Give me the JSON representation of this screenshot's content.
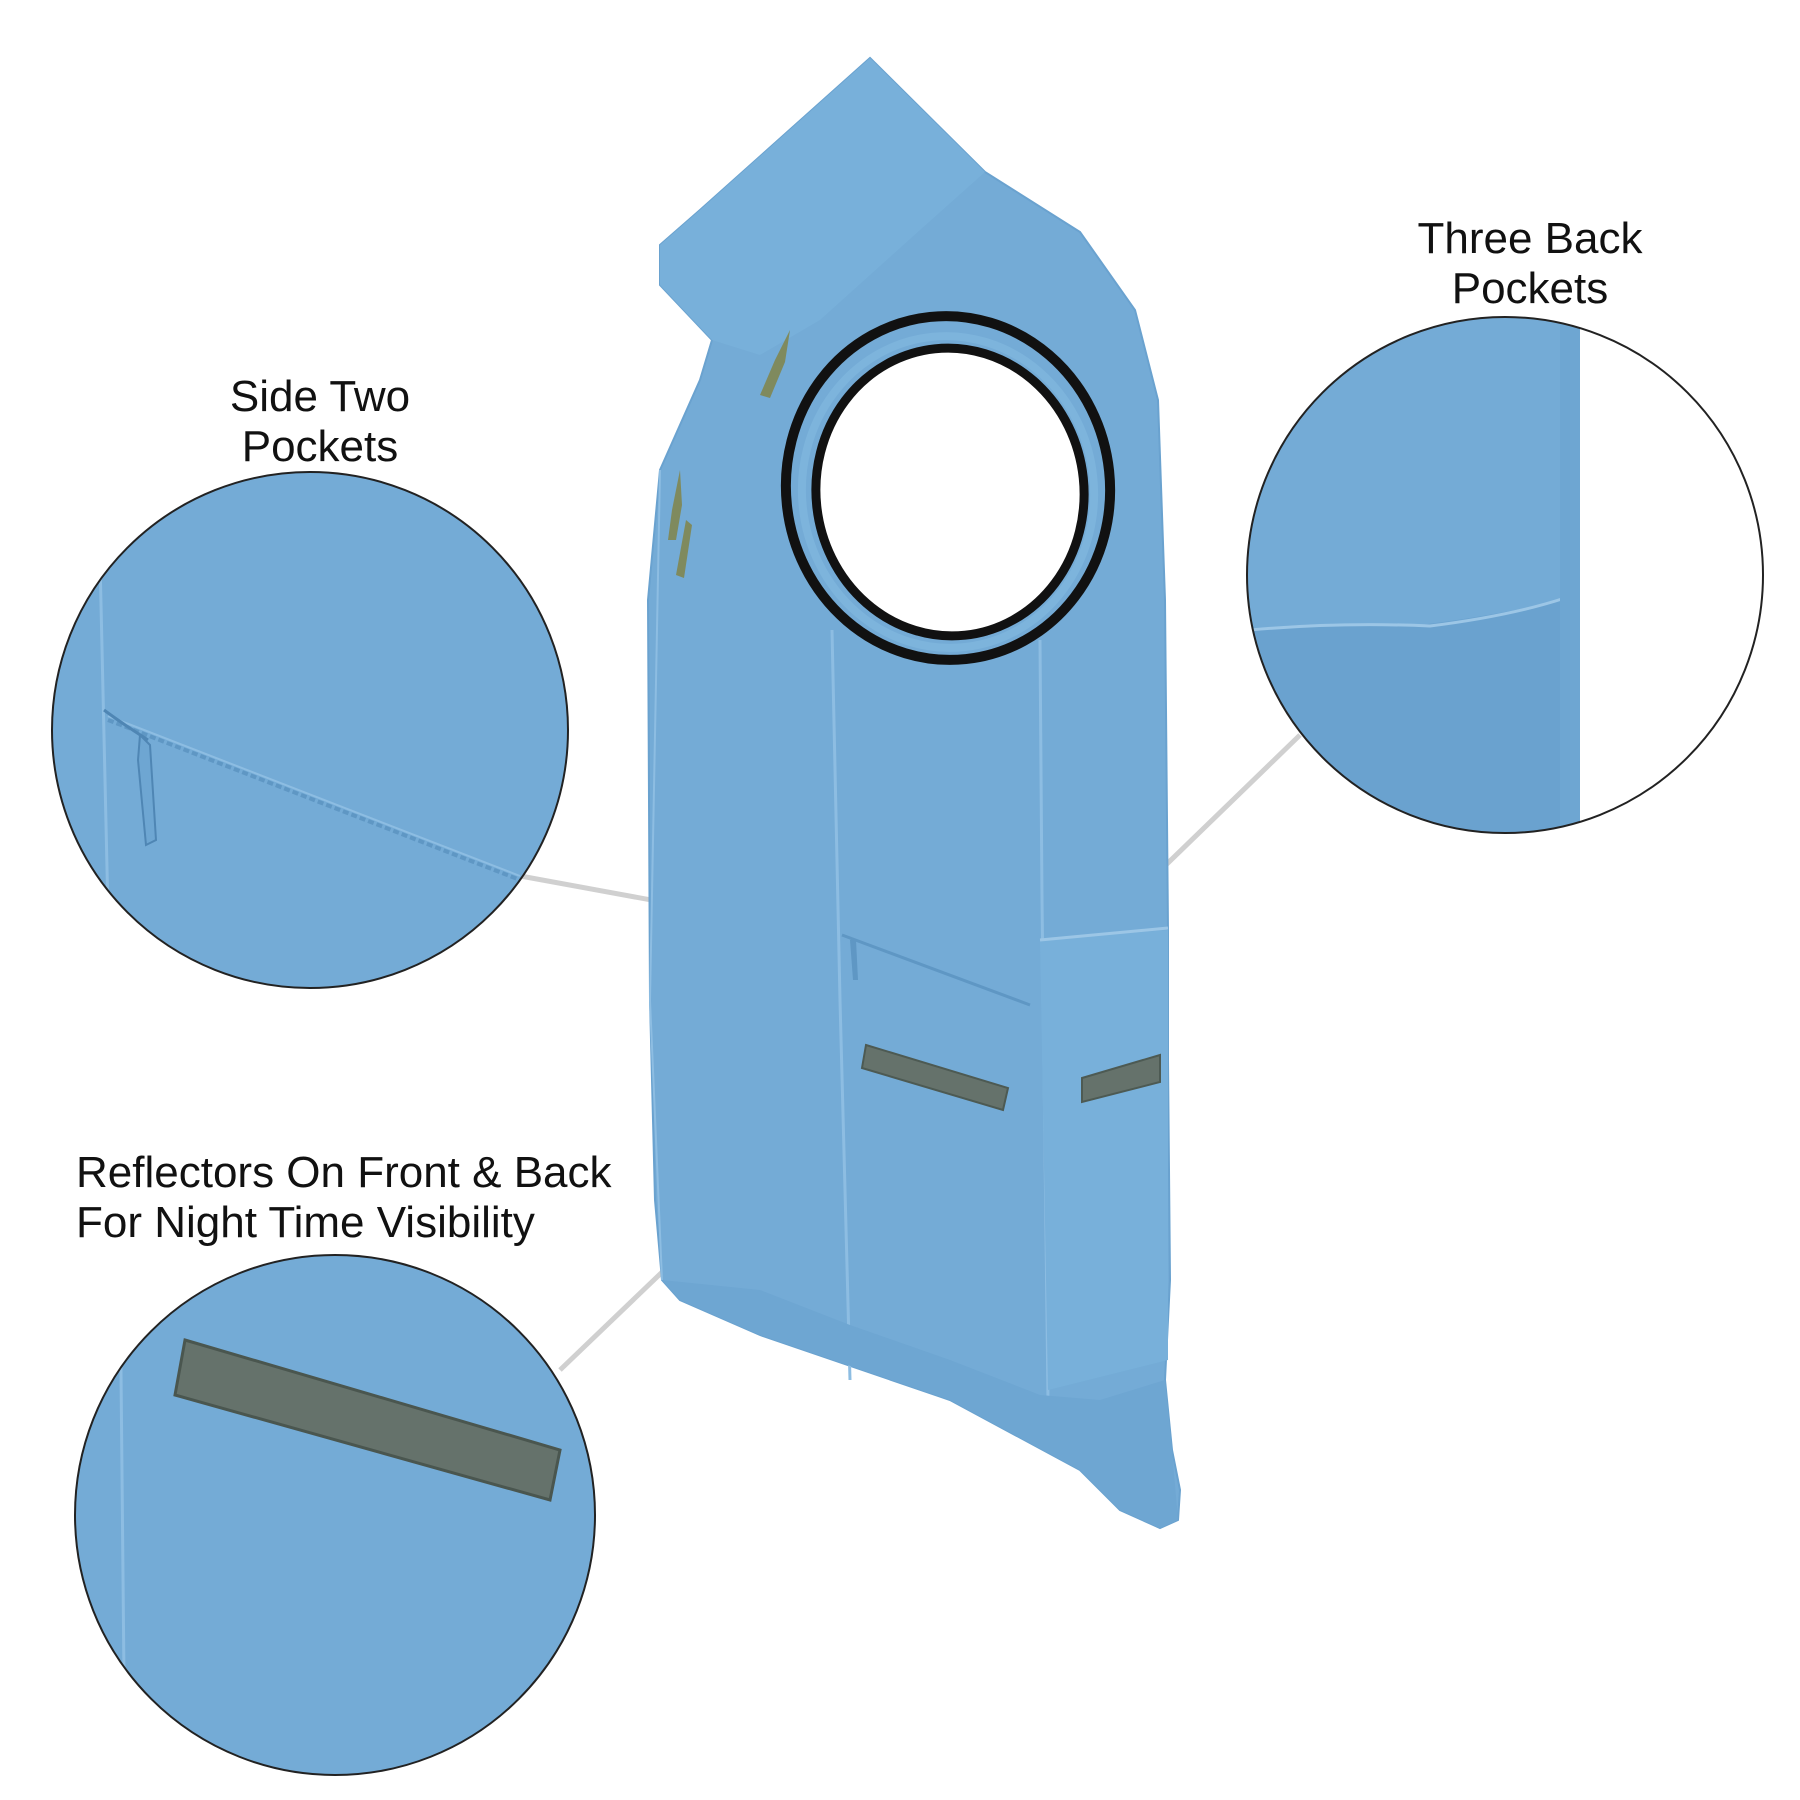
{
  "colors": {
    "fabric": "#74abd6",
    "fabric_dark": "#5f97c4",
    "fabric_light": "#8dbde2",
    "reflector": "#65726b",
    "piping": "#111111",
    "leader_line": "#d0d0d0",
    "text": "#111111",
    "background": "#ffffff"
  },
  "callouts": {
    "side_pockets": {
      "line1": "Side Two",
      "line2": "Pockets"
    },
    "back_pockets": {
      "line1": "Three Back",
      "line2": "Pockets"
    },
    "reflectors": {
      "line1": "Reflectors On Front & Back",
      "line2": "For Night Time Visibility"
    }
  },
  "icons": {
    "zipper": "zipper-pull-icon",
    "reflector": "reflective-strip-icon"
  }
}
